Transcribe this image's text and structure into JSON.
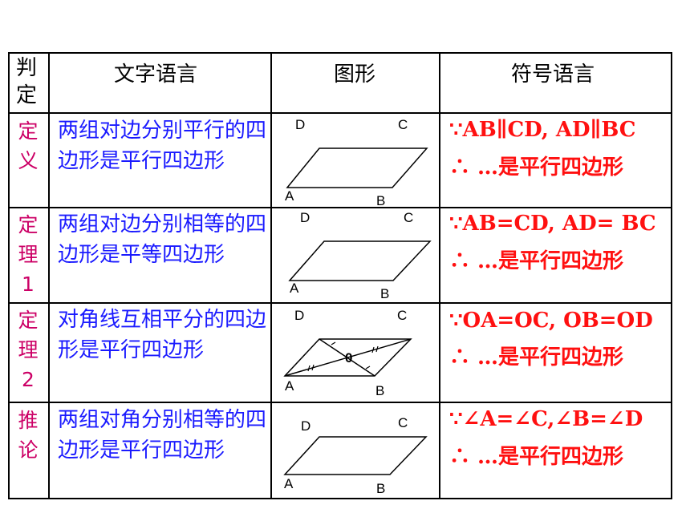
{
  "header": {
    "judge": "判\n定",
    "text_lang": "文字语言",
    "figure": "图形",
    "symbol_lang": "符号语言"
  },
  "rows": [
    {
      "category": "定\n义",
      "description": "两组对边分别平行的四边形是平行四边形",
      "figure": {
        "A": "A",
        "B": "B",
        "C": "C",
        "D": "D"
      },
      "symbol_line1": "∵AB∥CD, AD∥BC",
      "symbol_line2": "∴ …是平行四边形"
    },
    {
      "category": "定\n理\n1",
      "description": "两组对边分别相等的四边形是平等四边形",
      "figure": {
        "A": "A",
        "B": "B",
        "C": "C",
        "D": "D"
      },
      "symbol_line1": "∵AB=CD, AD= BC",
      "symbol_line2": "∴ …是平行四边形"
    },
    {
      "category": "定\n理\n2",
      "description": "对角线互相平分的四边形是平行四边形",
      "figure": {
        "A": "A",
        "B": "B",
        "C": "C",
        "D": "D",
        "O": "0"
      },
      "symbol_line1": "∵OA=OC,    OB=OD",
      "symbol_line2": "∴  …是平行四边形"
    },
    {
      "category": "推\n论",
      "description": "两组对角分别相等的四边形是平行四边形",
      "figure": {
        "A": "A",
        "B": "B",
        "C": "C",
        "D": "D"
      },
      "symbol_line1": "∵∠A=∠C,∠B=∠D",
      "symbol_line2": "∴  …是平行四边形"
    }
  ]
}
